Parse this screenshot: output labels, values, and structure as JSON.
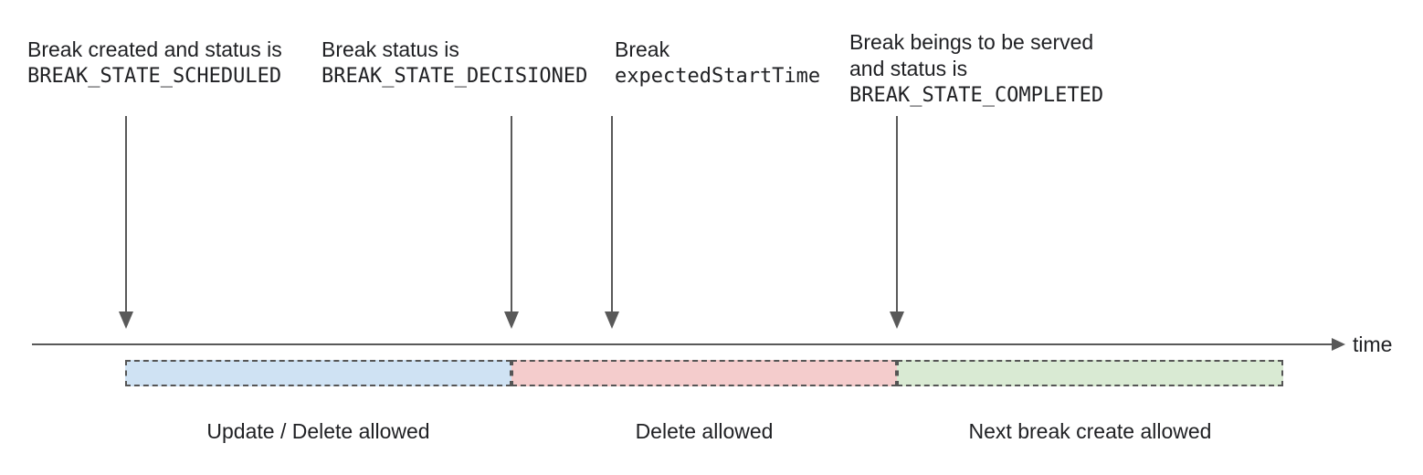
{
  "palette": {
    "text": "#202124",
    "arrow_line": "#595959",
    "segment_border": "#555555"
  },
  "annotations": [
    {
      "name": "break-scheduled",
      "lines": [
        {
          "text": "Break created and status is",
          "style": "sans"
        },
        {
          "text": "BREAK_STATE_SCHEDULED",
          "style": "mono"
        }
      ]
    },
    {
      "name": "break-decisioned",
      "lines": [
        {
          "text": "Break status is",
          "style": "sans"
        },
        {
          "text": "BREAK_STATE_DECISIONED",
          "style": "mono"
        }
      ]
    },
    {
      "name": "expected-start-time",
      "lines": [
        {
          "text": "Break",
          "style": "sans"
        },
        {
          "text": "expectedStartTime",
          "style": "mono"
        }
      ]
    },
    {
      "name": "break-completed",
      "lines": [
        {
          "text": "Break beings to be served",
          "style": "sans"
        },
        {
          "text": "and status is",
          "style": "sans"
        },
        {
          "text": "BREAK_STATE_COMPLETED",
          "style": "mono"
        }
      ]
    }
  ],
  "timeline": {
    "label": "time"
  },
  "segments": [
    {
      "label": "Update / Delete allowed",
      "fill": "#cfe2f3"
    },
    {
      "label": "Delete allowed",
      "fill": "#f4cccc"
    },
    {
      "label": "Next break create allowed",
      "fill": "#d9ead3"
    }
  ]
}
